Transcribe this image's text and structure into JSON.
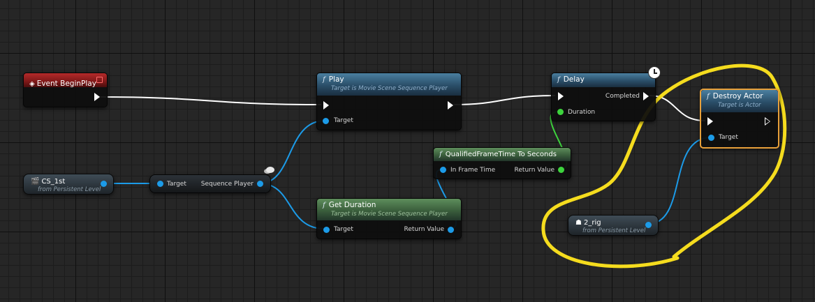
{
  "nodes": {
    "event_begin_play": {
      "title": "Event BeginPlay"
    },
    "play": {
      "title": "Play",
      "subtitle": "Target is Movie Scene Sequence Player",
      "pin_target": "Target"
    },
    "delay": {
      "title": "Delay",
      "pin_completed": "Completed",
      "pin_duration": "Duration"
    },
    "destroy_actor": {
      "title": "Destroy Actor",
      "subtitle": "Target is Actor",
      "pin_target": "Target"
    },
    "cs_1st": {
      "title": "CS_1st",
      "subtitle": "from Persistent Level"
    },
    "get_sequence_player": {
      "pin_target": "Target",
      "pin_output": "Sequence Player"
    },
    "qualified_frame_time": {
      "title": "QualifiedFrameTime To Seconds",
      "pin_in": "In Frame Time",
      "pin_out": "Return Value"
    },
    "get_duration": {
      "title": "Get Duration",
      "subtitle": "Target is Movie Scene Sequence Player",
      "pin_target": "Target",
      "pin_out": "Return Value"
    },
    "rig_2": {
      "title": "2_rig",
      "subtitle": "from Persistent Level"
    }
  },
  "icons": {
    "function": "function-icon",
    "event": "event-diamond-icon",
    "clock": "clock-icon",
    "level_actor": "clapperboard-icon",
    "skeletal": "skeleton-icon"
  },
  "colors": {
    "exec_wire": "#ffffff",
    "object_wire": "#1c9be8",
    "float_wire": "#3dd43d",
    "highlight": "#f5dc1e",
    "selection": "#e8a03a",
    "event_header": "#8c1d1d",
    "function_header": "#2c5878",
    "pure_header": "#3a5e3c"
  }
}
